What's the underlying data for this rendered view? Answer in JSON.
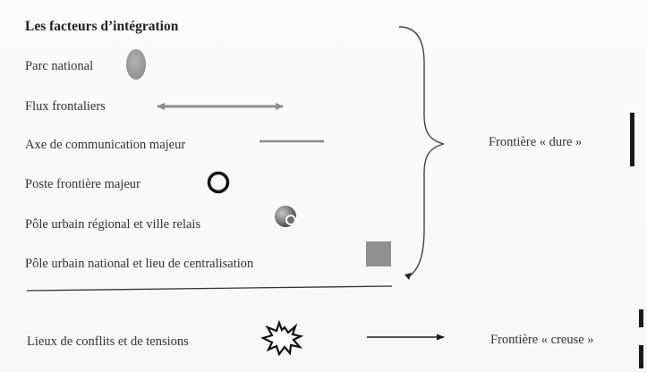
{
  "legend": {
    "title": "Les facteurs d’intégration",
    "items": [
      {
        "label": "Parc national",
        "symbol": "grey-oval-icon"
      },
      {
        "label": "Flux frontaliers",
        "symbol": "double-arrow-icon"
      },
      {
        "label": "Axe de communication majeur",
        "symbol": "grey-line-icon"
      },
      {
        "label": "Poste frontière majeur",
        "symbol": "black-ring-icon"
      },
      {
        "label": "Pôle urbain régional  et ville relais",
        "symbol": "shaded-sphere-icon"
      },
      {
        "label": "Pôle urbain national et lieu de centralisation",
        "symbol": "grey-square-icon"
      }
    ],
    "result_hard": "Frontière « dure »",
    "conflict": {
      "label": "Lieux de conflits et de tensions",
      "symbol": "explosion-star-icon"
    },
    "result_hollow": "Frontière « creuse »"
  },
  "colors": {
    "text": "#333333",
    "symbol_grey": "#9a9a9a",
    "arrow_grey": "#8c8c8c",
    "ink": "#1a1a1a"
  }
}
